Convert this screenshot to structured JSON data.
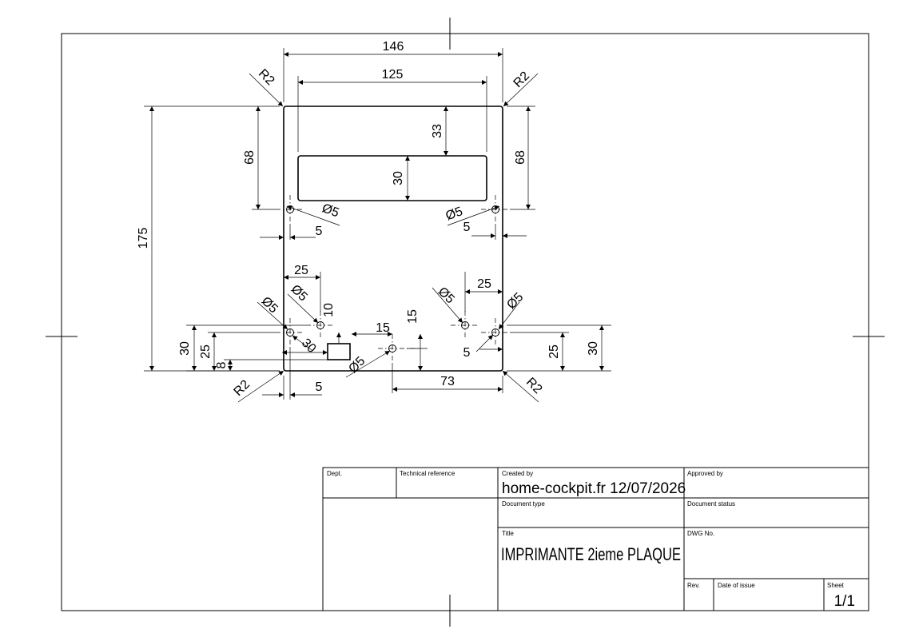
{
  "drawing": {
    "dimensions": {
      "width_overall": "146",
      "width_slot": "125",
      "slot_top_offset": "33",
      "slot_height": "30",
      "height_overall": "175",
      "hole_top_left_y": "68",
      "hole_top_right_y": "68",
      "hole_top_left_x": "5",
      "hole_top_right_x": "5",
      "hole_top_left_dia": "Ø5",
      "hole_top_right_dia": "Ø5",
      "radius_top_left": "R2",
      "radius_top_right": "R2",
      "radius_bottom_left": "R2",
      "radius_bottom_right": "R2",
      "hole_bl_offset_x": "25",
      "hole_bl_dia_a": "Ø5",
      "hole_bl_dia_b": "Ø5",
      "hole_bl_ten": "10",
      "hole_bl_thirty": "30",
      "rect_fifteen": "15",
      "mid_fifteen": "15",
      "mid_dia": "Ø5",
      "left_thirty": "30",
      "left_twentyfive": "25",
      "left_eight": "8",
      "bottom_left_five": "5",
      "hole_br_offset_x": "25",
      "hole_br_dia_a": "Ø5",
      "hole_br_dia_b": "Ø5",
      "right_five": "5",
      "right_seventythree": "73",
      "right_twentyfive": "25",
      "right_thirty": "30"
    }
  },
  "title_block": {
    "dept_label": "Dept.",
    "tech_ref_label": "Technical reference",
    "created_by_label": "Created by",
    "created_by_value": "home-cockpit.fr 12/07/2026",
    "approved_by_label": "Approved by",
    "doc_type_label": "Document type",
    "doc_status_label": "Document status",
    "title_label": "Title",
    "title_value": "IMPRIMANTE 2ieme PLAQUE",
    "dwg_no_label": "DWG No.",
    "rev_label": "Rev.",
    "date_label": "Date of issue",
    "sheet_label": "Sheet",
    "sheet_value": "1/1"
  }
}
